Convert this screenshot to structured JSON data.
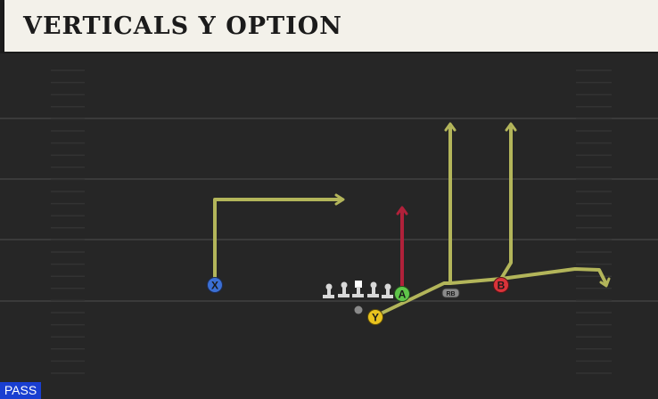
{
  "play": {
    "title": "VERTICALS Y OPTION",
    "type_badge": "PASS"
  },
  "players": [
    {
      "label": "X",
      "color": "#3b6fd4"
    },
    {
      "label": "A",
      "color": "#5fc54a"
    },
    {
      "label": "Y",
      "color": "#e9c31e"
    },
    {
      "label": "B",
      "color": "#d9333a"
    },
    {
      "label": "RB",
      "color": "#8a8a8a"
    }
  ],
  "colors": {
    "route_default": "#b3b55a",
    "route_primary": "#b0213a",
    "field_bg": "#262626",
    "yard_line": "#3a3a3a",
    "lineman": "#d8d8d8"
  }
}
